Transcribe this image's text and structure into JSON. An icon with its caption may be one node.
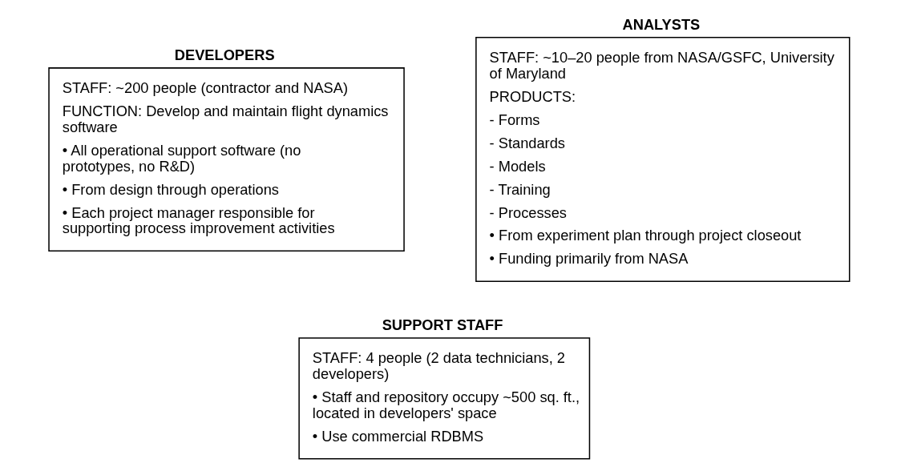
{
  "diagram": {
    "nodes": [
      {
        "text": [
          "DEVELOPERS",
          "STAFF: ~200 people (contractor and NASA)",
          "FUNCTION: Develop and maintain flight dynamics software",
          "• All operational support software (no prototypes, no R&D)",
          "• From design through operations",
          "• Each project manager responsible for supporting process improvement activities"
        ]
      },
      {
        "text": [
          "ANALYSTS",
          "STAFF: ~10–20 people from NASA/GSFC, University of Maryland",
          "PRODUCTS:",
          "- Forms",
          "- Standards",
          "- Models",
          "- Training",
          "- Processes",
          "• From experiment plan through project closeout",
          "• Funding primarily from NASA"
        ]
      },
      {
        "text": [
          "SUPPORT STAFF",
          "STAFF: 4 people (2 data technicians, 2 developers)",
          "• Staff and repository occupy ~500 sq. ft., located in developers' space",
          "• Use commercial RDBMS"
        ]
      }
    ],
    "edges": []
  }
}
